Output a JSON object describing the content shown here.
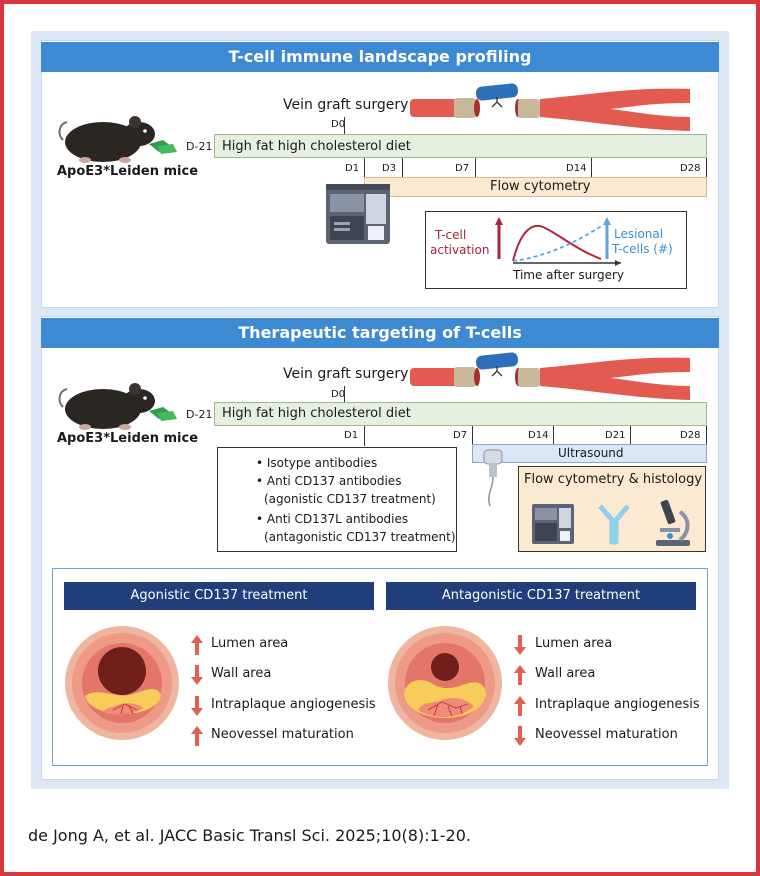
{
  "panel1": {
    "title": "T-cell immune landscape profiling",
    "mouse_label": "ApoE3*Leiden mice",
    "surgery_label": "Vein graft surgery",
    "d0": "D0",
    "d_minus21": "D-21",
    "diet_label": "High fat high cholesterol diet",
    "days": [
      "D1",
      "D3",
      "D7",
      "D14",
      "D28"
    ],
    "flow_label": "Flow cytometry",
    "graph": {
      "left_label_1": "T-cell",
      "left_label_2": "activation",
      "right_label_1": "Lesional",
      "right_label_2": "T-cells (#)",
      "x_label": "Time after surgery"
    }
  },
  "panel2": {
    "title": "Therapeutic targeting of T-cells",
    "mouse_label": "ApoE3*Leiden mice",
    "surgery_label": "Vein graft surgery",
    "d0": "D0",
    "d_minus21": "D-21",
    "diet_label": "High fat high cholesterol diet",
    "days": [
      "D1",
      "D7",
      "D14",
      "D21",
      "D28"
    ],
    "ultrasound_label": "Ultrasound",
    "treatments": [
      "• Isotype antibodies",
      "• Anti CD137 antibodies",
      "(agonistic CD137 treatment)",
      "• Anti CD137L antibodies",
      "(antagonistic CD137 treatment)"
    ],
    "flow_histology_label": "Flow cytometry & histology"
  },
  "results": {
    "agonistic": {
      "title": "Agonistic CD137 treatment",
      "items": [
        {
          "label": "Lumen area",
          "direction": "up"
        },
        {
          "label": "Wall area",
          "direction": "down"
        },
        {
          "label": "Intraplaque angiogenesis",
          "direction": "down"
        },
        {
          "label": "Neovessel maturation",
          "direction": "up"
        }
      ]
    },
    "antagonistic": {
      "title": "Antagonistic CD137 treatment",
      "items": [
        {
          "label": "Lumen area",
          "direction": "down"
        },
        {
          "label": "Wall area",
          "direction": "up"
        },
        {
          "label": "Intraplaque angiogenesis",
          "direction": "up"
        },
        {
          "label": "Neovessel maturation",
          "direction": "down"
        }
      ]
    }
  },
  "citation": "de Jong A, et al. JACC Basic Transl Sci. 2025;10(8):1-20.",
  "colors": {
    "frame": "#d8373d",
    "banner": "#3d8ad2",
    "dark_banner": "#1f3e7a",
    "diet_bar": "#e6f0e0",
    "flow_bar": "#fbe9d2",
    "ultrasound_bar": "#dbe6f6",
    "arrow": "#e2604d"
  }
}
